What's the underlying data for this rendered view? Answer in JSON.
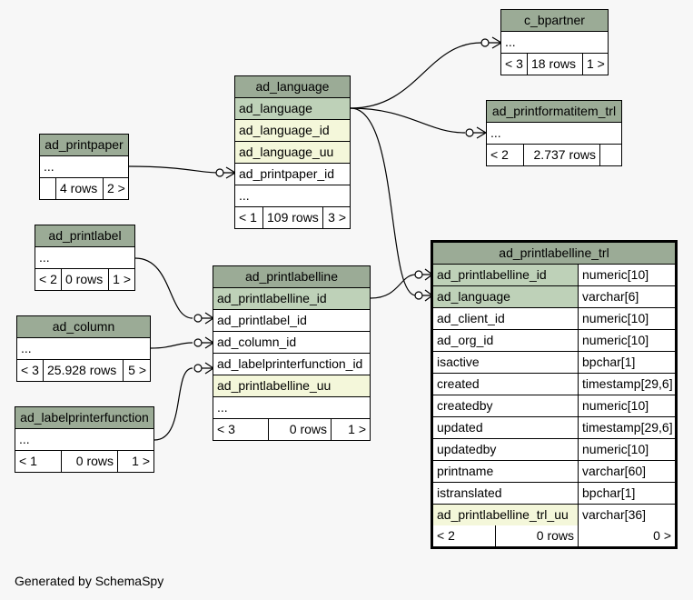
{
  "footer": "Generated by SchemaSpy",
  "tables": {
    "c_bpartner": {
      "name": "c_bpartner",
      "rows": [
        "..."
      ],
      "stats": [
        "< 3",
        "18 rows",
        "1 >"
      ]
    },
    "ad_printformatitem_trl": {
      "name": "ad_printformatitem_trl",
      "rows": [
        "..."
      ],
      "stats": [
        "< 2",
        "2.737 rows",
        ""
      ]
    },
    "ad_language": {
      "name": "ad_language",
      "rows": [
        "ad_language",
        "ad_language_id",
        "ad_language_uu",
        "ad_printpaper_id",
        "..."
      ],
      "stats": [
        "< 1",
        "109 rows",
        "3 >"
      ]
    },
    "ad_printpaper": {
      "name": "ad_printpaper",
      "rows": [
        "..."
      ],
      "stats": [
        "",
        "4 rows",
        "2 >"
      ]
    },
    "ad_printlabel": {
      "name": "ad_printlabel",
      "rows": [
        "..."
      ],
      "stats": [
        "< 2",
        "0 rows",
        "1 >"
      ]
    },
    "ad_column": {
      "name": "ad_column",
      "rows": [
        "..."
      ],
      "stats": [
        "< 3",
        "25.928 rows",
        "5 >"
      ]
    },
    "ad_labelprinterfunction": {
      "name": "ad_labelprinterfunction",
      "rows": [
        "..."
      ],
      "stats": [
        "< 1",
        "0 rows",
        "1 >"
      ]
    },
    "ad_printlabelline": {
      "name": "ad_printlabelline",
      "rows": [
        "ad_printlabelline_id",
        "ad_printlabel_id",
        "ad_column_id",
        "ad_labelprinterfunction_id",
        "ad_printlabelline_uu",
        "..."
      ],
      "stats": [
        "< 3",
        "0 rows",
        "1 >"
      ]
    },
    "ad_printlabelline_trl": {
      "name": "ad_printlabelline_trl",
      "columns": [
        {
          "name": "ad_printlabelline_id",
          "type": "numeric[10]"
        },
        {
          "name": "ad_language",
          "type": "varchar[6]"
        },
        {
          "name": "ad_client_id",
          "type": "numeric[10]"
        },
        {
          "name": "ad_org_id",
          "type": "numeric[10]"
        },
        {
          "name": "isactive",
          "type": "bpchar[1]"
        },
        {
          "name": "created",
          "type": "timestamp[29,6]"
        },
        {
          "name": "createdby",
          "type": "numeric[10]"
        },
        {
          "name": "updated",
          "type": "timestamp[29,6]"
        },
        {
          "name": "updatedby",
          "type": "numeric[10]"
        },
        {
          "name": "printname",
          "type": "varchar[60]"
        },
        {
          "name": "istranslated",
          "type": "bpchar[1]"
        },
        {
          "name": "ad_printlabelline_trl_uu",
          "type": "varchar[36]"
        }
      ],
      "stats": [
        "< 2",
        "0 rows",
        "0 >"
      ]
    }
  },
  "colors": {
    "header": "#9bab96",
    "primary_key": "#bed1b8",
    "indexed": "#f4f7da",
    "background": "#f7f7f7"
  }
}
